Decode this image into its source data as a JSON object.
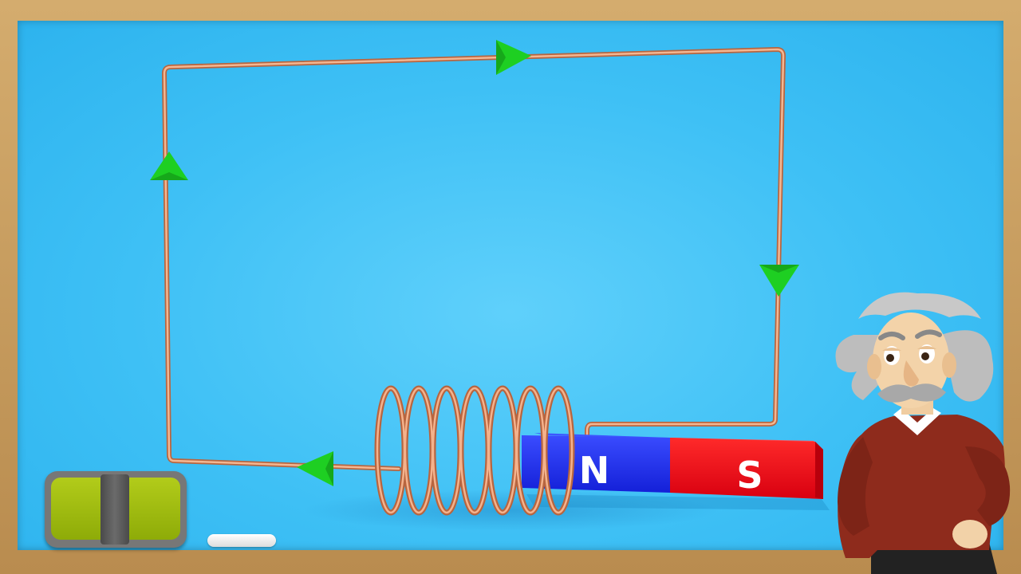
{
  "magnet": {
    "north_label": "N",
    "south_label": "S",
    "north_color": "#1b2cf0",
    "south_color": "#f00a14"
  },
  "colors": {
    "board": "#3ec0f5",
    "frame": "#c9a064",
    "wire": "#d98a5f",
    "arrow": "#1ecf22"
  },
  "icons": [
    "current-arrow-icon",
    "eraser-icon",
    "chalk-icon",
    "einstein-character"
  ]
}
